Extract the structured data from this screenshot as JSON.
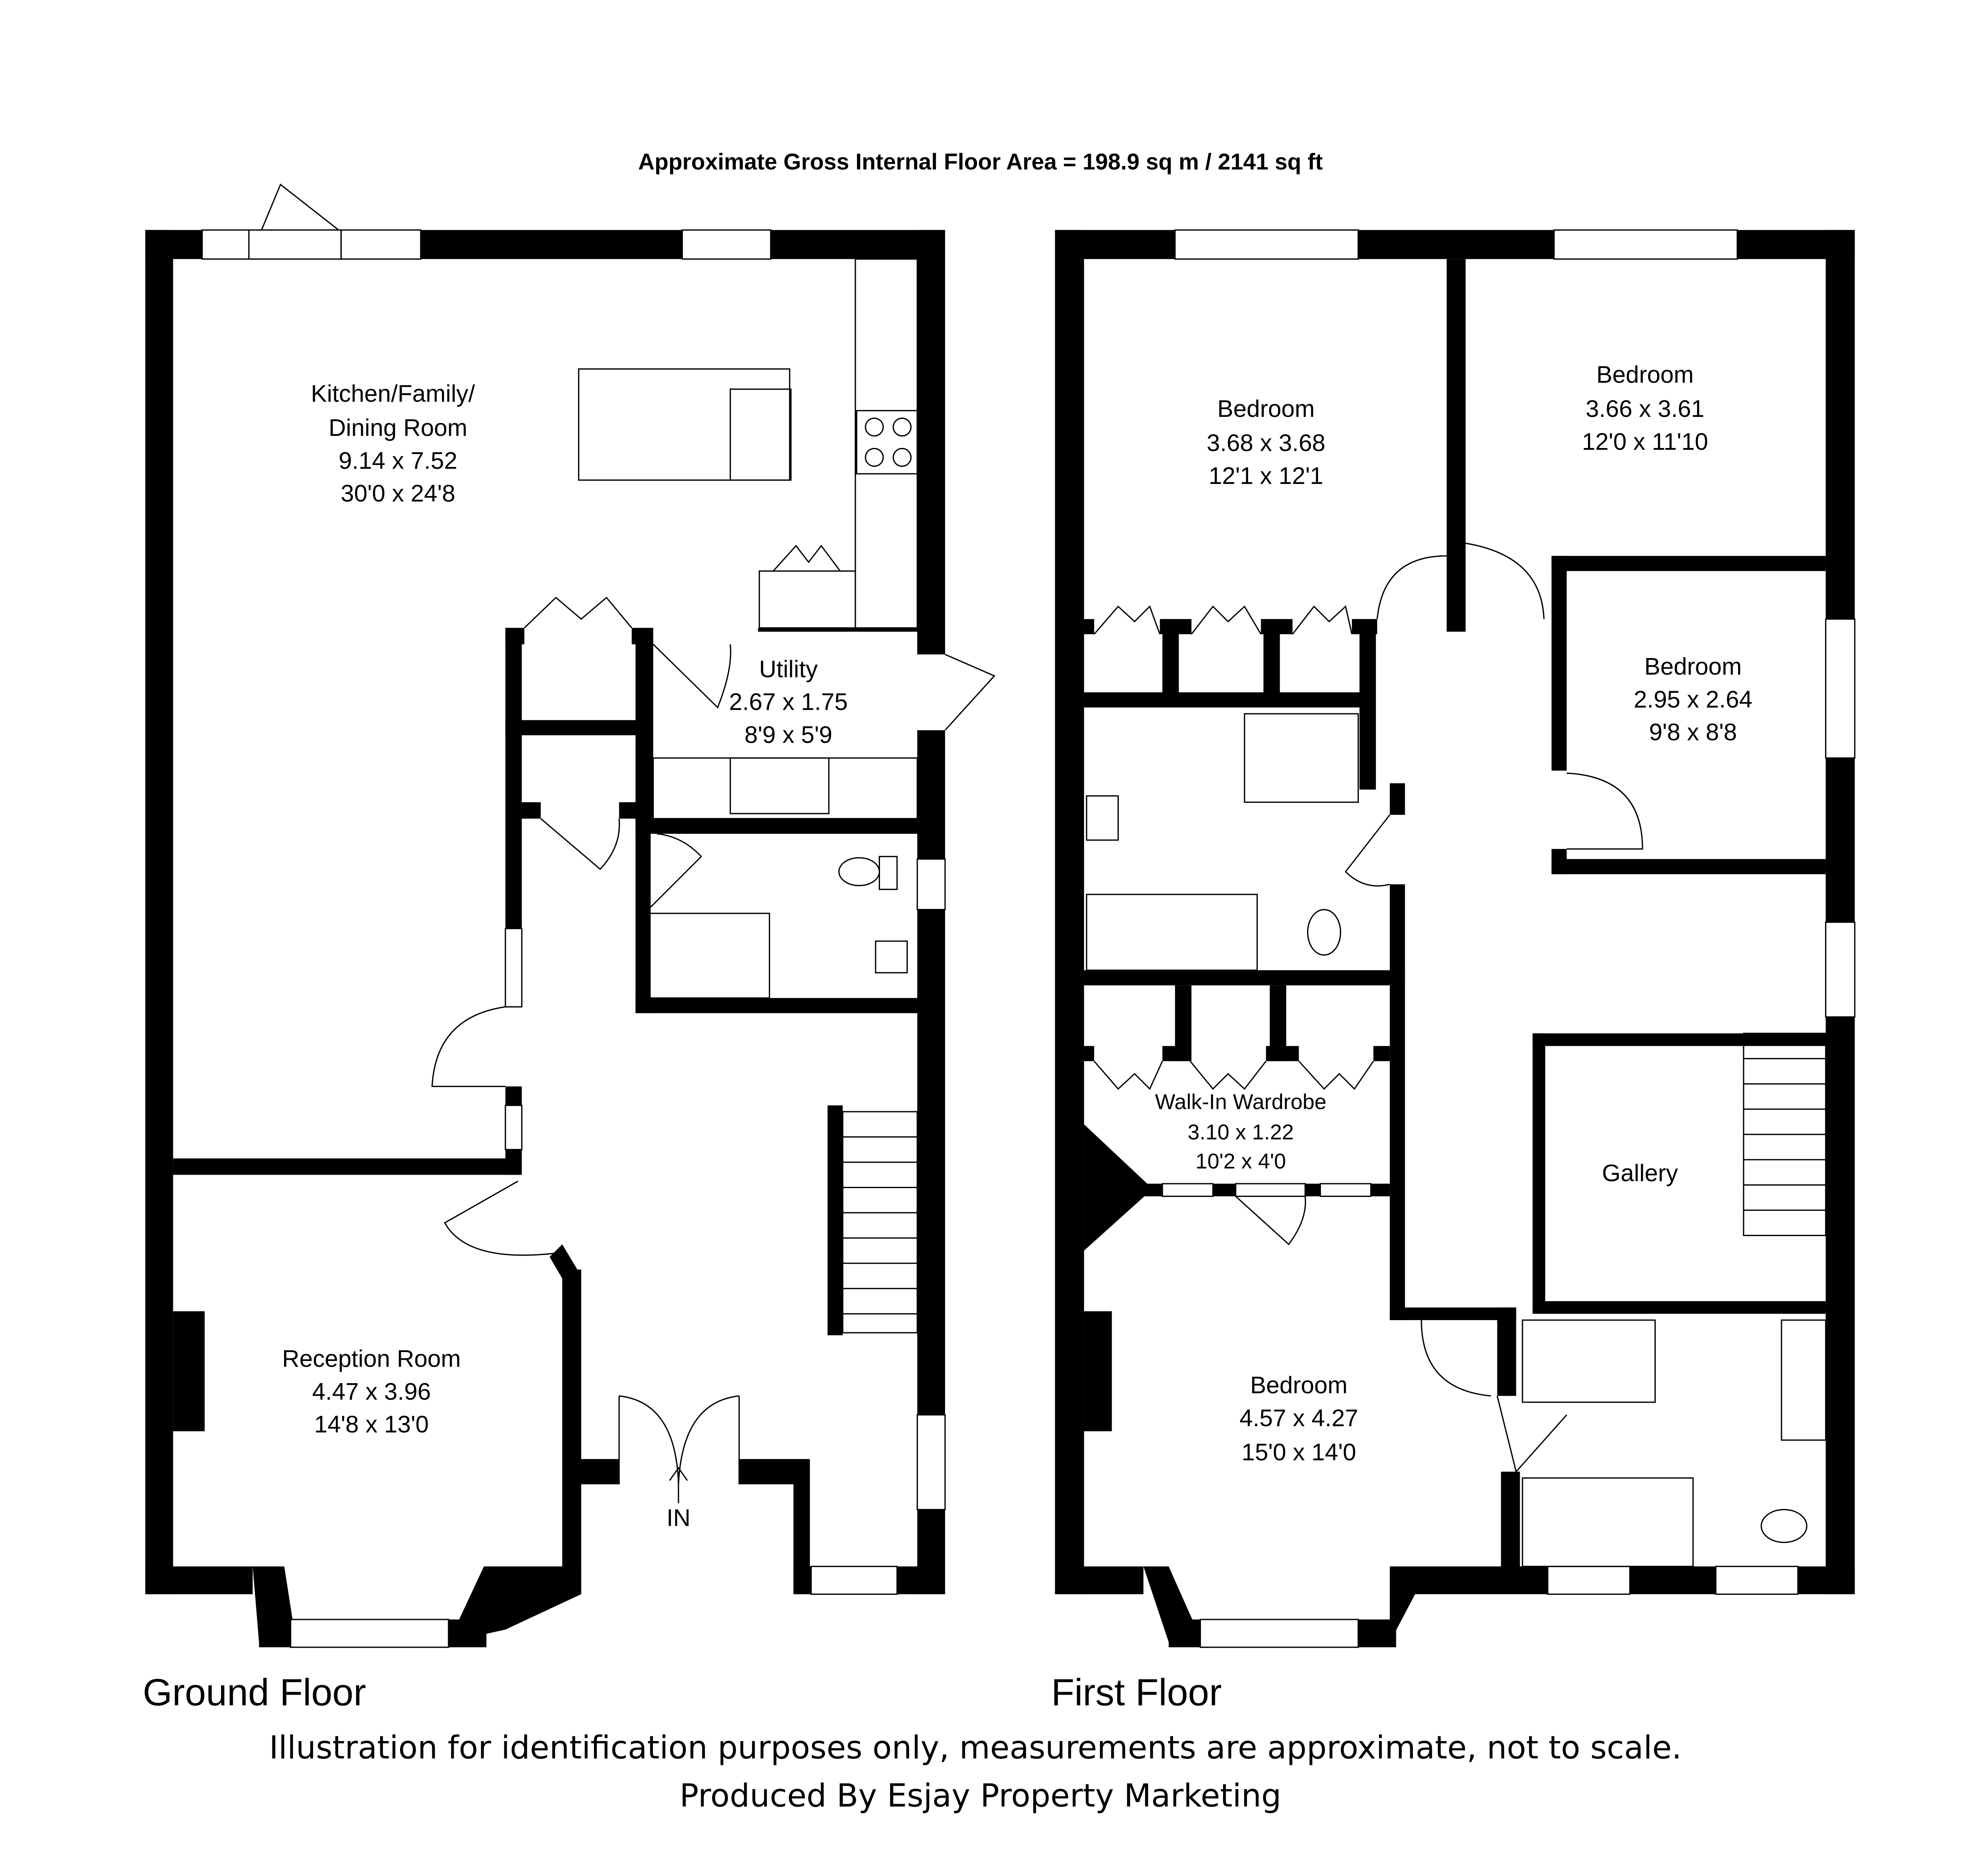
{
  "header": {
    "area_text": "Approximate Gross Internal Floor Area = 198.9 sq m / 2141 sq ft"
  },
  "ground_floor": {
    "title": "Ground Floor",
    "entrance_label": "IN",
    "rooms": [
      {
        "name_lines": [
          "Kitchen/Family/",
          "Dining Room"
        ],
        "metric": "9.14 x 7.52",
        "imperial": "30'0 x 24'8"
      },
      {
        "name_lines": [
          "Utility"
        ],
        "metric": "2.67 x 1.75",
        "imperial": "8'9 x 5'9"
      },
      {
        "name_lines": [
          "Reception Room"
        ],
        "metric": "4.47 x 3.96",
        "imperial": "14'8 x 13'0"
      }
    ]
  },
  "first_floor": {
    "title": "First Floor",
    "rooms": [
      {
        "name_lines": [
          "Bedroom"
        ],
        "metric": "3.68 x 3.68",
        "imperial": "12'1 x 12'1"
      },
      {
        "name_lines": [
          "Bedroom"
        ],
        "metric": "3.66 x 3.61",
        "imperial": "12'0 x 11'10"
      },
      {
        "name_lines": [
          "Bedroom"
        ],
        "metric": "2.95 x 2.64",
        "imperial": "9'8 x 8'8"
      },
      {
        "name_lines": [
          "Walk-In Wardrobe"
        ],
        "metric": "3.10 x 1.22",
        "imperial": "10'2 x 4'0"
      },
      {
        "name_lines": [
          "Gallery"
        ]
      },
      {
        "name_lines": [
          "Bedroom"
        ],
        "metric": "4.57 x 4.27",
        "imperial": "15'0 x 14'0"
      }
    ]
  },
  "footer": {
    "disclaimer": "Illustration for identification purposes only, measurements are approximate, not to scale.",
    "producer": "Produced By Esjay Property Marketing"
  }
}
